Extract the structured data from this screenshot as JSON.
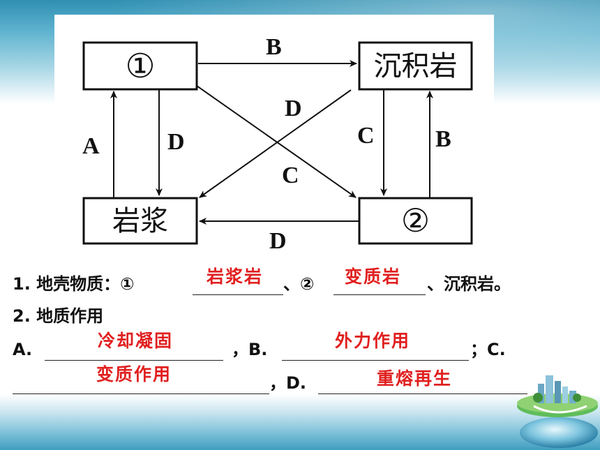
{
  "diagram": {
    "nodes": {
      "node1": "①",
      "sedimentary": "沉积岩",
      "magma": "岩浆",
      "node2": "②"
    },
    "edges": {
      "top_b": "B",
      "cross_d": "D",
      "left_a": "A",
      "left_d": "D",
      "right_c": "C",
      "right_b": "B",
      "cross_c": "C",
      "bottom_d": "D"
    }
  },
  "questions": {
    "q1": {
      "prefix": "1. 地壳物质：①",
      "sep1": "、②",
      "suffix": "、沉积岩。",
      "answer1": "岩浆岩",
      "answer2": "变质岩"
    },
    "q2": {
      "title": "2. 地质作用",
      "a_label": "A.",
      "b_label": "，B.",
      "c_label": "；C.",
      "d_label": "，D.",
      "answer_a": "冷却凝固",
      "answer_b": "外力作用",
      "answer_c": "变质作用",
      "answer_d": "重熔再生"
    }
  },
  "colors": {
    "answer": "#e02020",
    "ink": "#111111",
    "sky": "#2f8fb2"
  },
  "decor": {
    "corner_icon": "globe-city-icon"
  }
}
